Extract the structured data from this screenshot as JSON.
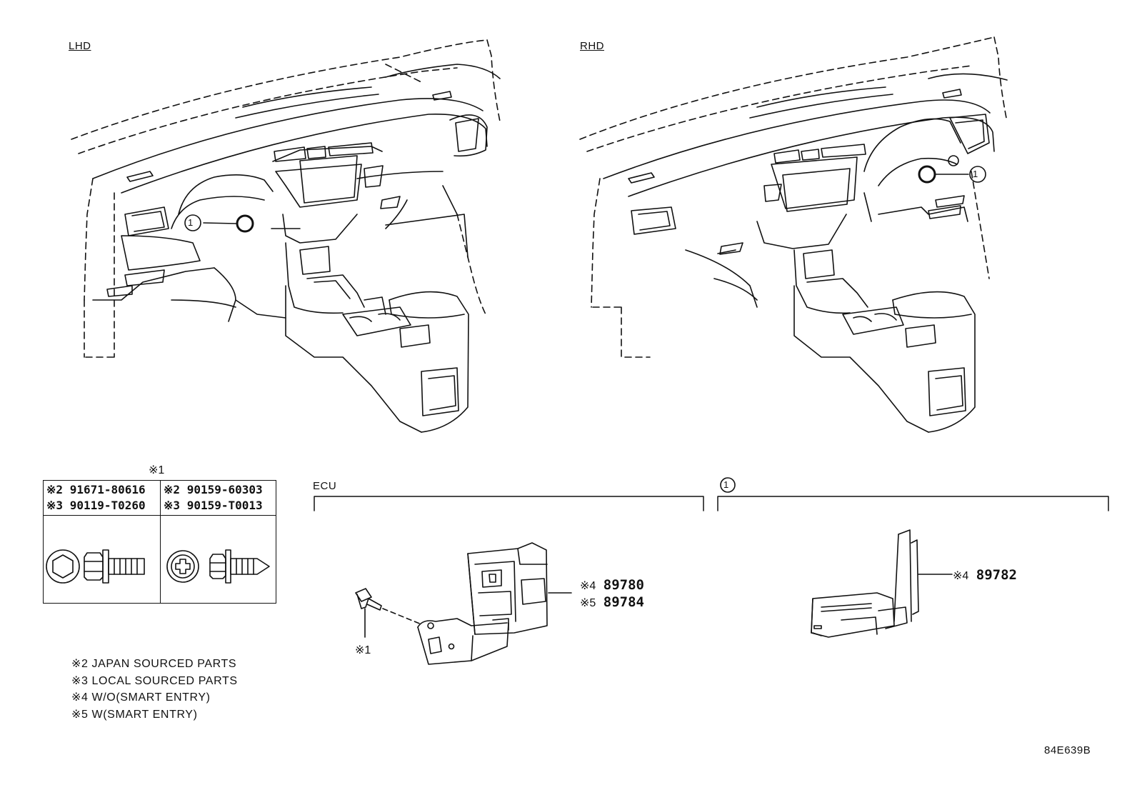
{
  "views": {
    "lhd_label": "LHD",
    "rhd_label": "RHD"
  },
  "callouts": {
    "lhd_ref": "1",
    "rhd_ref": "1"
  },
  "fastener_table": {
    "marker": "※1",
    "col1": {
      "line1_mark": "※2",
      "line1_pn": "91671-80616",
      "line2_mark": "※3",
      "line2_pn": "90119-T0260"
    },
    "col2": {
      "line1_mark": "※2",
      "line1_pn": "90159-60303",
      "line2_mark": "※3",
      "line2_pn": "90159-T0013"
    }
  },
  "ecu_group": {
    "label": "ECU",
    "bolt_marker": "※1",
    "parts": [
      {
        "mark": "※4",
        "pn": "89780"
      },
      {
        "mark": "※5",
        "pn": "89784"
      }
    ]
  },
  "receiver_group": {
    "ref": "1",
    "parts": [
      {
        "mark": "※4",
        "pn": "89782"
      }
    ]
  },
  "notes": [
    "※2 JAPAN SOURCED PARTS",
    "※3 LOCAL SOURCED PARTS",
    "※4 W/O(SMART ENTRY)",
    "※5 W(SMART ENTRY)"
  ],
  "diagram_code": "84E639B"
}
